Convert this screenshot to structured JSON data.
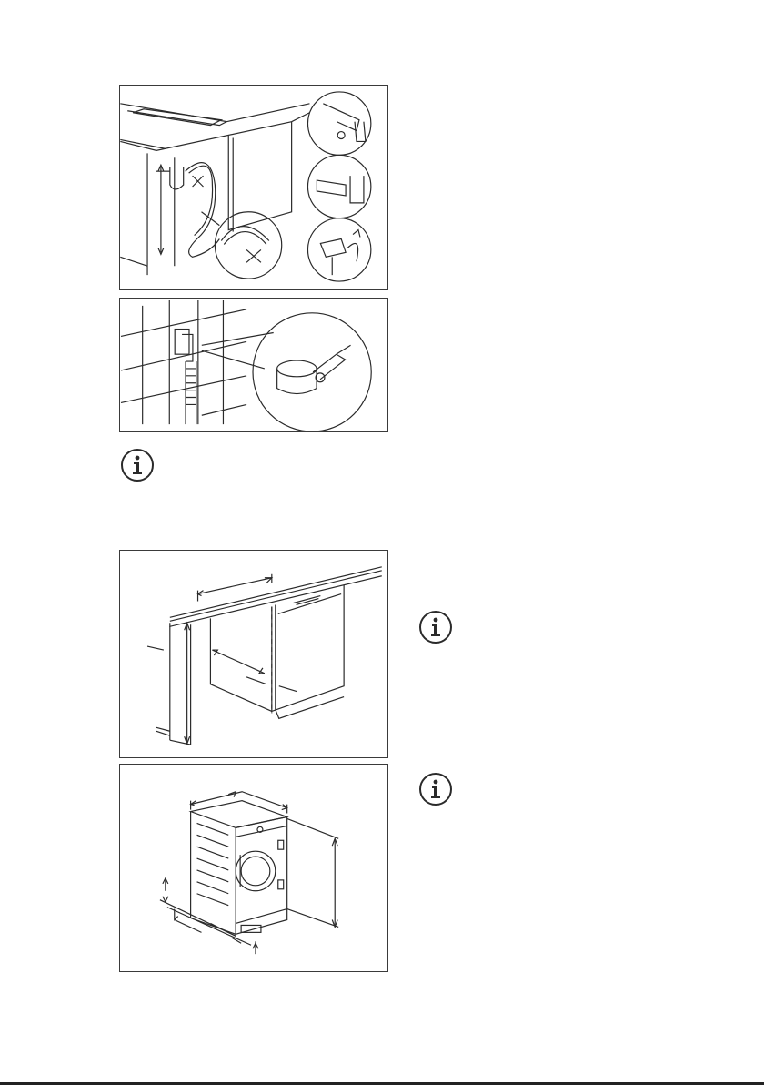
{
  "page": {
    "figures": [
      {
        "id": "drain-hose-sink-connection",
        "caption": ""
      },
      {
        "id": "drain-hose-wall-connection",
        "caption": ""
      },
      {
        "id": "built-in-cabinet-dimensions",
        "caption": ""
      },
      {
        "id": "appliance-dimensions",
        "caption": ""
      }
    ],
    "info_icons": [
      {
        "id": "info-note-1",
        "text": ""
      },
      {
        "id": "info-note-2",
        "text": ""
      },
      {
        "id": "info-note-3",
        "text": ""
      }
    ]
  },
  "colors": {
    "line": "#2a2a2a",
    "frame": "#3a3a3a",
    "background": "#ffffff"
  },
  "icon_names": [
    "info-icon"
  ]
}
